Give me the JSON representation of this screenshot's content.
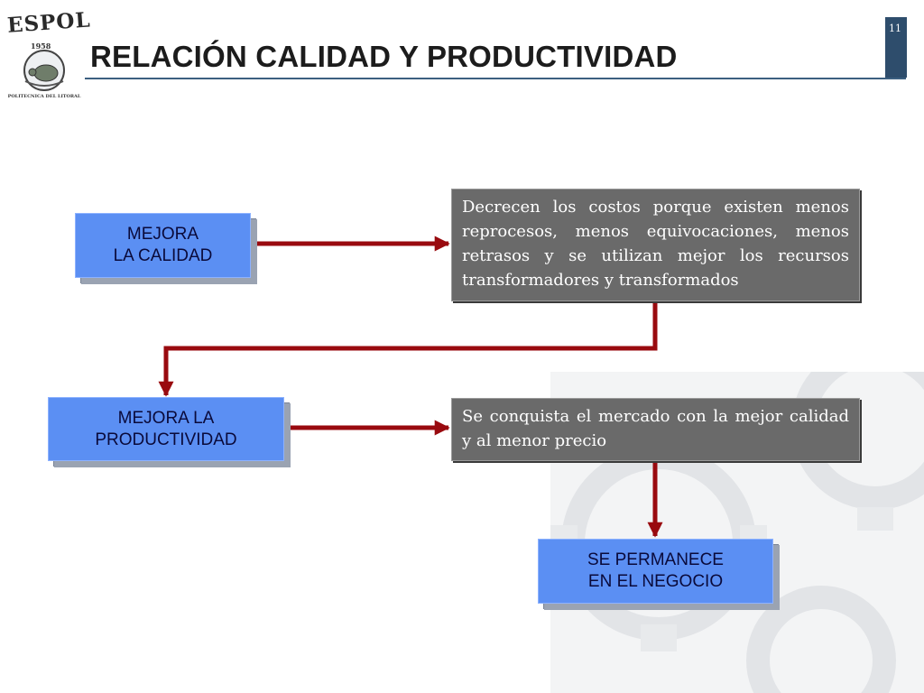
{
  "header": {
    "logo_text": "ESPOL",
    "logo_year": "1958",
    "logo_caption": "POLITECNICA DEL LITORAL",
    "title": "RELACIÓN CALIDAD Y PRODUCTIVIDAD",
    "page_number": "11"
  },
  "diagram": {
    "box_mejora_calidad": {
      "line1": "MEJORA",
      "line2": "LA CALIDAD"
    },
    "box_costos": "Decrecen los costos porque existen menos reprocesos, menos equivocaciones, menos retrasos y se utilizan mejor los recursos transformadores y transformados",
    "box_mejora_productividad": {
      "line1": "MEJORA LA",
      "line2": "PRODUCTIVIDAD"
    },
    "box_mercado": "Se conquista el mercado con la mejor calidad y al  menor precio",
    "box_permanece": {
      "line1": "SE PERMANECE",
      "line2": "EN EL NEGOCIO"
    }
  },
  "colors": {
    "accent_blue": "#5b8ff3",
    "box_gray": "#6a6a6a",
    "arrow_red": "#990a0f",
    "header_navy": "#2e4d6c"
  }
}
